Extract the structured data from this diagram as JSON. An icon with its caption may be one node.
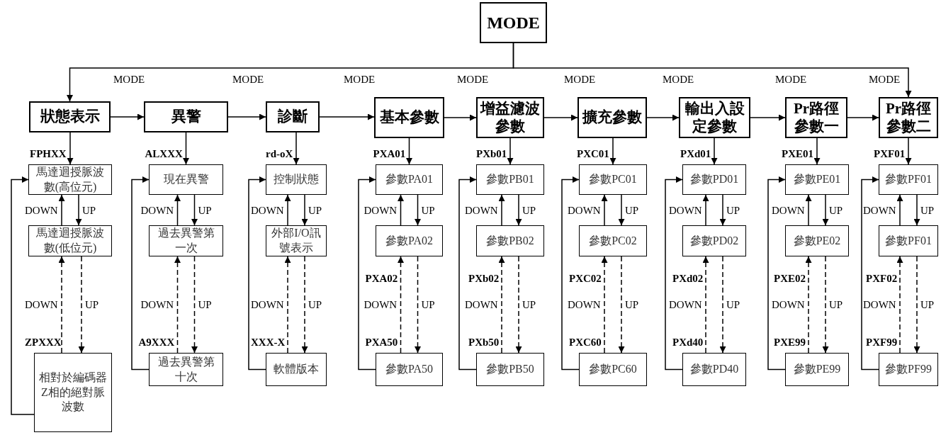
{
  "diagram": {
    "nodes": [
      {
        "text": [
          "MODE"
        ]
      },
      {
        "text": [
          "狀態表示"
        ]
      },
      {
        "text": [
          "異警"
        ]
      },
      {
        "text": [
          "診斷"
        ]
      },
      {
        "text": [
          "基本參數"
        ]
      },
      {
        "text": [
          "增益濾波參數"
        ]
      },
      {
        "text": [
          "擴充參數"
        ]
      },
      {
        "text": [
          "輸出入設定參數"
        ]
      },
      {
        "text": [
          "Pr路徑參數一"
        ]
      },
      {
        "text": [
          "Pr路徑參數二"
        ]
      },
      {
        "text": [
          "馬達迴授脈波數(高位元)"
        ],
        "beside": [
          "FPHXX"
        ]
      },
      {
        "text": [
          "馬達迴授脈波數(低位元)"
        ]
      },
      {
        "text": [
          "相對於編碼器Z相的絕對脈波數"
        ],
        "beside": [
          "ZPXXX"
        ]
      },
      {
        "text": [
          "現在異警"
        ],
        "beside": [
          "ALXXX"
        ]
      },
      {
        "text": [
          "過去異警第一次"
        ]
      },
      {
        "text": [
          "過去異警第十次"
        ],
        "beside": [
          "A9XXX"
        ]
      },
      {
        "text": [
          "控制狀態"
        ],
        "beside": [
          "rd-oX"
        ]
      },
      {
        "text": [
          "外部I/O訊號表示"
        ]
      },
      {
        "text": [
          "軟體版本"
        ],
        "beside": [
          "XXX-X"
        ]
      },
      {
        "text": [
          "參數PA01"
        ],
        "beside": [
          "PXA01"
        ]
      },
      {
        "text": [
          "參數PA02"
        ],
        "beside": [
          "PXA02"
        ]
      },
      {
        "text": [
          "參數PA50"
        ],
        "beside": [
          "PXA50"
        ]
      },
      {
        "text": [
          "參數PB01"
        ],
        "beside": [
          "PXb01"
        ]
      },
      {
        "text": [
          "參數PB02"
        ],
        "beside": [
          "PXb02"
        ]
      },
      {
        "text": [
          "參數PB50"
        ],
        "beside": [
          "PXb50"
        ]
      },
      {
        "text": [
          "參數PC01"
        ],
        "beside": [
          "PXC01"
        ]
      },
      {
        "text": [
          "參數PC02"
        ],
        "beside": [
          "PXC02"
        ]
      },
      {
        "text": [
          "參數PC60"
        ],
        "beside": [
          "PXC60"
        ]
      },
      {
        "text": [
          "參數PD01"
        ],
        "beside": [
          "PXd01"
        ]
      },
      {
        "text": [
          "參數PD02"
        ],
        "beside": [
          "PXd02"
        ]
      },
      {
        "text": [
          "參數PD40"
        ],
        "beside": [
          "PXd40"
        ]
      },
      {
        "text": [
          "參數PE01"
        ],
        "beside": [
          "PXE01"
        ]
      },
      {
        "text": [
          "參數PE02"
        ],
        "beside": [
          "PXE02"
        ]
      },
      {
        "text": [
          "參數PE99"
        ],
        "beside": [
          "PXE99"
        ]
      },
      {
        "text": [
          "參數PF01"
        ],
        "beside": [
          "PXF01"
        ]
      },
      {
        "text": [
          "參數PF01"
        ],
        "beside": [
          "PXF02"
        ]
      },
      {
        "text": [
          "參數PF99"
        ],
        "beside": [
          "PXF99"
        ]
      }
    ],
    "edges": [
      {
        "from": 0,
        "to": 1,
        "arrow": "to"
      },
      {
        "from": 0,
        "to": 9,
        "arrow": "to"
      },
      {
        "from": 1,
        "to": 2,
        "arrow": "to"
      },
      {
        "from": 2,
        "to": 3,
        "arrow": "to"
      },
      {
        "from": 3,
        "to": 4,
        "arrow": "to"
      },
      {
        "from": 4,
        "to": 5,
        "arrow": "to"
      },
      {
        "from": 5,
        "to": 6,
        "arrow": "to"
      },
      {
        "from": 6,
        "to": 7,
        "arrow": "to"
      },
      {
        "from": 7,
        "to": 8,
        "arrow": "to"
      },
      {
        "from": 8,
        "to": 9,
        "arrow": "to"
      },
      {
        "from": 1,
        "to": 10,
        "arrow": "to"
      },
      {
        "from": 11,
        "to": 10,
        "arrow": "to",
        "label": "DOWN"
      },
      {
        "from": 10,
        "to": 11,
        "arrow": "to",
        "label": "UP"
      },
      {
        "from": 12,
        "to": 11,
        "arrow": "to",
        "label": "DOWN",
        "style": "dashed"
      },
      {
        "from": 11,
        "to": 12,
        "arrow": "to",
        "label": "UP",
        "style": "dashed"
      },
      {
        "from": 12,
        "to": 10,
        "arrow": "to"
      },
      {
        "from": 2,
        "to": 13,
        "arrow": "to"
      },
      {
        "from": 14,
        "to": 13,
        "arrow": "to",
        "label": "DOWN"
      },
      {
        "from": 13,
        "to": 14,
        "arrow": "to",
        "label": "UP"
      },
      {
        "from": 15,
        "to": 14,
        "arrow": "to",
        "label": "DOWN",
        "style": "dashed"
      },
      {
        "from": 14,
        "to": 15,
        "arrow": "to",
        "label": "UP",
        "style": "dashed"
      },
      {
        "from": 15,
        "to": 13,
        "arrow": "to"
      },
      {
        "from": 3,
        "to": 16,
        "arrow": "to"
      },
      {
        "from": 17,
        "to": 16,
        "arrow": "to",
        "label": "DOWN"
      },
      {
        "from": 16,
        "to": 17,
        "arrow": "to",
        "label": "UP"
      },
      {
        "from": 18,
        "to": 17,
        "arrow": "to",
        "label": "DOWN",
        "style": "dashed"
      },
      {
        "from": 17,
        "to": 18,
        "arrow": "to",
        "label": "UP",
        "style": "dashed"
      },
      {
        "from": 18,
        "to": 16,
        "arrow": "to"
      },
      {
        "from": 4,
        "to": 19,
        "arrow": "to"
      },
      {
        "from": 20,
        "to": 19,
        "arrow": "to",
        "label": "DOWN"
      },
      {
        "from": 19,
        "to": 20,
        "arrow": "to",
        "label": "UP"
      },
      {
        "from": 21,
        "to": 20,
        "arrow": "to",
        "label": "DOWN",
        "style": "dashed"
      },
      {
        "from": 20,
        "to": 21,
        "arrow": "to",
        "label": "UP",
        "style": "dashed"
      },
      {
        "from": 21,
        "to": 19,
        "arrow": "to"
      },
      {
        "from": 5,
        "to": 22,
        "arrow": "to"
      },
      {
        "from": 23,
        "to": 22,
        "arrow": "to",
        "label": "DOWN"
      },
      {
        "from": 22,
        "to": 23,
        "arrow": "to",
        "label": "UP"
      },
      {
        "from": 24,
        "to": 23,
        "arrow": "to",
        "label": "DOWN",
        "style": "dashed"
      },
      {
        "from": 23,
        "to": 24,
        "arrow": "to",
        "label": "UP",
        "style": "dashed"
      },
      {
        "from": 24,
        "to": 22,
        "arrow": "to"
      },
      {
        "from": 6,
        "to": 25,
        "arrow": "to"
      },
      {
        "from": 26,
        "to": 25,
        "arrow": "to",
        "label": "DOWN"
      },
      {
        "from": 25,
        "to": 26,
        "arrow": "to",
        "label": "UP"
      },
      {
        "from": 27,
        "to": 26,
        "arrow": "to",
        "label": "DOWN",
        "style": "dashed"
      },
      {
        "from": 26,
        "to": 27,
        "arrow": "to",
        "label": "UP",
        "style": "dashed"
      },
      {
        "from": 27,
        "to": 25,
        "arrow": "to"
      },
      {
        "from": 7,
        "to": 28,
        "arrow": "to"
      },
      {
        "from": 29,
        "to": 28,
        "arrow": "to",
        "label": "DOWN"
      },
      {
        "from": 28,
        "to": 29,
        "arrow": "to",
        "label": "UP"
      },
      {
        "from": 30,
        "to": 29,
        "arrow": "to",
        "label": "DOWN",
        "style": "dashed"
      },
      {
        "from": 29,
        "to": 30,
        "arrow": "to",
        "label": "UP",
        "style": "dashed"
      },
      {
        "from": 30,
        "to": 28,
        "arrow": "to"
      },
      {
        "from": 8,
        "to": 31,
        "arrow": "to"
      },
      {
        "from": 32,
        "to": 31,
        "arrow": "to",
        "label": "DOWN"
      },
      {
        "from": 31,
        "to": 32,
        "arrow": "to",
        "label": "UP"
      },
      {
        "from": 33,
        "to": 32,
        "arrow": "to",
        "label": "DOWN",
        "style": "dashed"
      },
      {
        "from": 32,
        "to": 33,
        "arrow": "to",
        "label": "UP",
        "style": "dashed"
      },
      {
        "from": 33,
        "to": 31,
        "arrow": "to"
      },
      {
        "from": 9,
        "to": 34,
        "arrow": "to"
      },
      {
        "from": 35,
        "to": 34,
        "arrow": "to",
        "label": "DOWN"
      },
      {
        "from": 34,
        "to": 35,
        "arrow": "to",
        "label": "UP"
      },
      {
        "from": 36,
        "to": 35,
        "arrow": "to",
        "label": "DOWN",
        "style": "dashed"
      },
      {
        "from": 35,
        "to": 36,
        "arrow": "to",
        "label": "UP",
        "style": "dashed"
      },
      {
        "from": 36,
        "to": 34,
        "arrow": "to"
      }
    ],
    "labels": [
      "MODE",
      "MODE",
      "MODE",
      "MODE",
      "MODE",
      "MODE",
      "MODE",
      "MODE"
    ]
  }
}
